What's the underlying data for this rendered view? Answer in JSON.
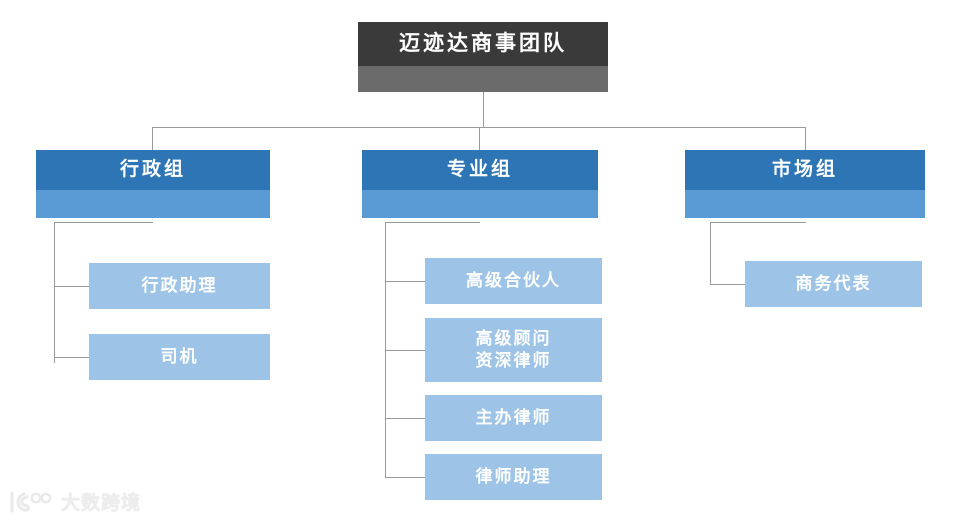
{
  "chart_title": "迈迹达商事团队",
  "root": {
    "label": "迈迹达商事团队",
    "header_color": "#3A3A3A",
    "body_color": "#6B6B6B"
  },
  "groups": [
    {
      "label": "行政组",
      "header_color": "#2E75B6",
      "body_color": "#5B9BD5",
      "children": [
        {
          "label": "行政助理",
          "color": "#9DC3E6"
        },
        {
          "label": "司机",
          "color": "#9DC3E6"
        }
      ]
    },
    {
      "label": "专业组",
      "header_color": "#2E75B6",
      "body_color": "#5B9BD5",
      "children": [
        {
          "label": "高级合伙人",
          "color": "#9DC3E6"
        },
        {
          "label": "高级顾问\n资深律师",
          "color": "#9DC3E6"
        },
        {
          "label": "主办律师",
          "color": "#9DC3E6"
        },
        {
          "label": "律师助理",
          "color": "#9DC3E6"
        }
      ]
    },
    {
      "label": "市场组",
      "header_color": "#2E75B6",
      "body_color": "#5B9BD5",
      "children": [
        {
          "label": "商务代表",
          "color": "#9DC3E6"
        }
      ]
    }
  ],
  "watermark": {
    "text": "大数跨境",
    "logo_icon": "daishu-logo-icon"
  },
  "connector_color": "#9A9A9A",
  "background_color": "#FFFFFF"
}
